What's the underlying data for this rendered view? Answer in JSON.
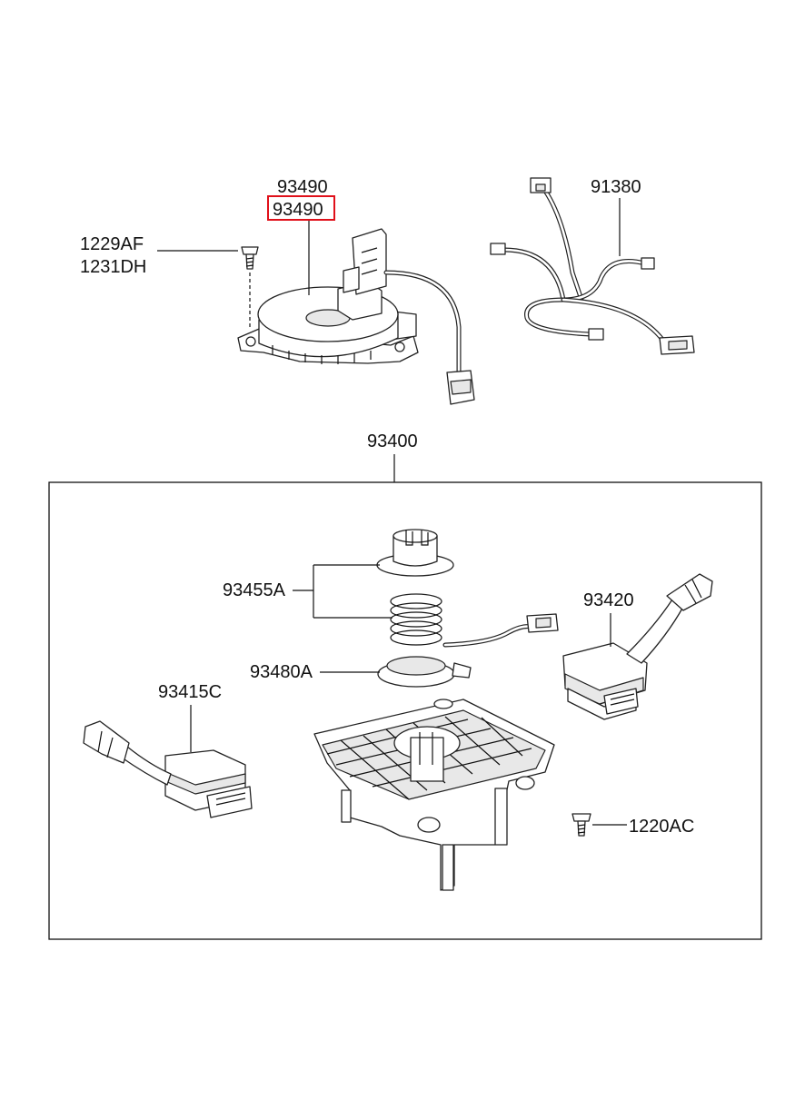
{
  "highlight_color": "#e0101a",
  "labels": {
    "clock_spring_group": "93490",
    "clock_spring_selected": "93490",
    "screw_a": "1229AF",
    "screw_b": "1231DH",
    "wiring_harness": "91380",
    "switch_assembly": "93400",
    "retainer_ring": "93455A",
    "cancel_cam": "93480A",
    "wiper_switch": "93420",
    "light_switch": "93415C",
    "mount_screw": "1220AC"
  }
}
